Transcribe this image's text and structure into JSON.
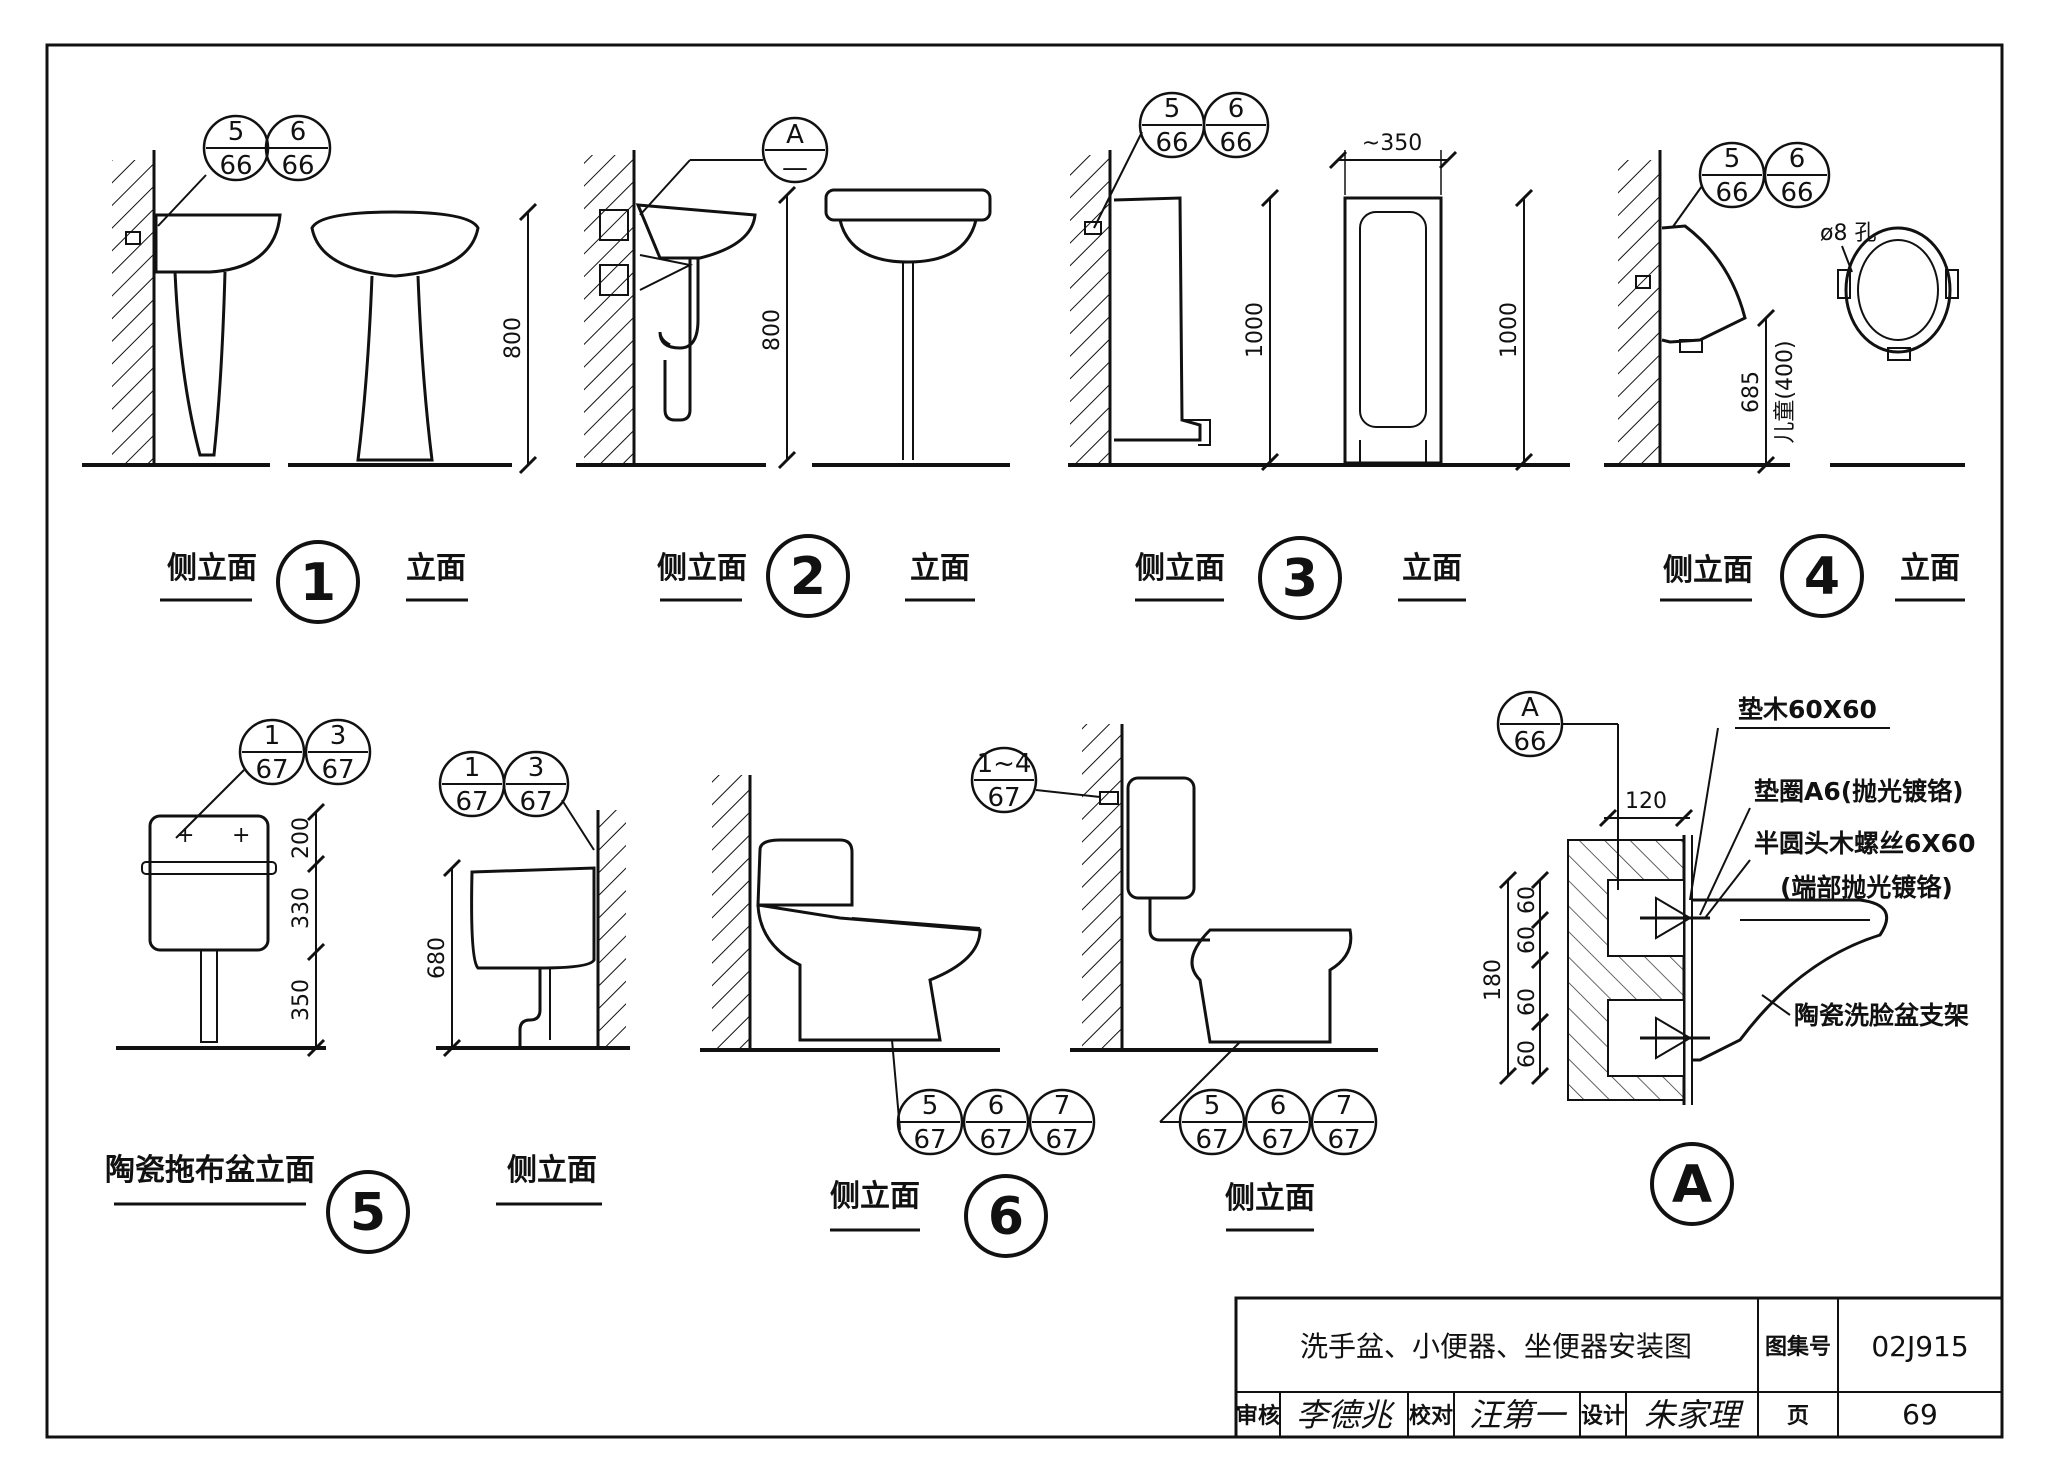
{
  "views": [
    {
      "num": "1",
      "left": "侧立面",
      "right": "立面",
      "ref1": {
        "top": "5",
        "bottom": "66"
      },
      "ref2": {
        "top": "6",
        "bottom": "66"
      },
      "dim": "800"
    },
    {
      "num": "2",
      "left": "侧立面",
      "right": "立面",
      "detail": {
        "top": "A",
        "bottom": "—"
      },
      "dim": "800"
    },
    {
      "num": "3",
      "left": "侧立面",
      "right": "立面",
      "ref1": {
        "top": "5",
        "bottom": "66"
      },
      "ref2": {
        "top": "6",
        "bottom": "66"
      },
      "dim_width": "~350",
      "dim_left": "1000",
      "dim_right": "1000"
    },
    {
      "num": "4",
      "left": "侧立面",
      "right": "立面",
      "ref1": {
        "top": "5",
        "bottom": "66"
      },
      "ref2": {
        "top": "6",
        "bottom": "66"
      },
      "hole": "ø8 孔",
      "dim_a": "685",
      "dim_b": "儿童(400)"
    },
    {
      "num": "5",
      "left": "陶瓷拖布盆立面",
      "right": "侧立面",
      "ref1": {
        "top": "1",
        "bottom": "67"
      },
      "ref2": {
        "top": "3",
        "bottom": "67"
      },
      "dims": [
        "200",
        "330",
        "350"
      ],
      "dim_side": "680"
    },
    {
      "num": "6",
      "left": "侧立面",
      "right": "侧立面",
      "ref_wall": {
        "top": "1~4",
        "bottom": "67"
      },
      "refs": [
        {
          "top": "5",
          "bottom": "67"
        },
        {
          "top": "6",
          "bottom": "67"
        },
        {
          "top": "7",
          "bottom": "67"
        }
      ]
    }
  ],
  "detail_a": {
    "num": "A",
    "ref": {
      "top": "A",
      "bottom": "66"
    },
    "dim_top": "120",
    "dims_left": [
      "60",
      "60",
      "60",
      "60"
    ],
    "dim_total": "180",
    "notes": [
      "垫木60X60",
      "垫圈A6(抛光镀铬)",
      "半圆头木螺丝6X60",
      "(端部抛光镀铬)",
      "陶瓷洗脸盆支架"
    ]
  },
  "title_block": {
    "title": "洗手盆、小便器、坐便器安装图",
    "atlas_label": "图集号",
    "atlas_no": "02J915",
    "review_label": "审核",
    "review_sig": "李德兆",
    "check_label": "校对",
    "check_sig": "汪第一",
    "design_label": "设计",
    "design_sig": "朱家理",
    "page_label": "页",
    "page_no": "69"
  }
}
